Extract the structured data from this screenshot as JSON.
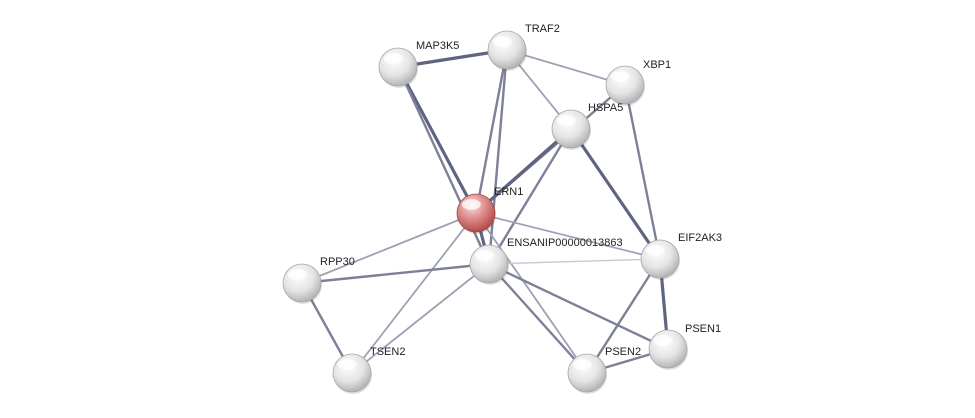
{
  "network": {
    "focus_node": "ERN1",
    "nodes": [
      {
        "id": "MAP3K5",
        "label": "MAP3K5",
        "focus": false
      },
      {
        "id": "TRAF2",
        "label": "TRAF2",
        "focus": false
      },
      {
        "id": "XBP1",
        "label": "XBP1",
        "focus": false
      },
      {
        "id": "HSPA5",
        "label": "HSPA5",
        "focus": false
      },
      {
        "id": "ERN1",
        "label": "ERN1",
        "focus": true
      },
      {
        "id": "ENSANIP",
        "label": "ENSANIP00000013863",
        "focus": false
      },
      {
        "id": "EIF2AK3",
        "label": "EIF2AK3",
        "focus": false
      },
      {
        "id": "RPP30",
        "label": "RPP30",
        "focus": false
      },
      {
        "id": "TSEN2",
        "label": "TSEN2",
        "focus": false
      },
      {
        "id": "PSEN1",
        "label": "PSEN1",
        "focus": false
      },
      {
        "id": "PSEN2",
        "label": "PSEN2",
        "focus": false
      }
    ],
    "edges": [
      {
        "source": "MAP3K5",
        "target": "TRAF2",
        "strength": "strong"
      },
      {
        "source": "MAP3K5",
        "target": "ERN1",
        "strength": "strong"
      },
      {
        "source": "MAP3K5",
        "target": "ENSANIP",
        "strength": "medium"
      },
      {
        "source": "TRAF2",
        "target": "ERN1",
        "strength": "medium"
      },
      {
        "source": "TRAF2",
        "target": "ENSANIP",
        "strength": "medium"
      },
      {
        "source": "TRAF2",
        "target": "XBP1",
        "strength": "weak"
      },
      {
        "source": "TRAF2",
        "target": "HSPA5",
        "strength": "weak"
      },
      {
        "source": "XBP1",
        "target": "ERN1",
        "strength": "medium"
      },
      {
        "source": "XBP1",
        "target": "EIF2AK3",
        "strength": "medium"
      },
      {
        "source": "HSPA5",
        "target": "ERN1",
        "strength": "strong"
      },
      {
        "source": "HSPA5",
        "target": "ENSANIP",
        "strength": "medium"
      },
      {
        "source": "HSPA5",
        "target": "EIF2AK3",
        "strength": "strong"
      },
      {
        "source": "ERN1",
        "target": "ENSANIP",
        "strength": "strong"
      },
      {
        "source": "ERN1",
        "target": "RPP30",
        "strength": "weak"
      },
      {
        "source": "ERN1",
        "target": "TSEN2",
        "strength": "weak"
      },
      {
        "source": "ERN1",
        "target": "EIF2AK3",
        "strength": "weak"
      },
      {
        "source": "ERN1",
        "target": "PSEN2",
        "strength": "weak"
      },
      {
        "source": "ENSANIP",
        "target": "RPP30",
        "strength": "medium"
      },
      {
        "source": "ENSANIP",
        "target": "TSEN2",
        "strength": "weak"
      },
      {
        "source": "ENSANIP",
        "target": "EIF2AK3",
        "strength": "faint"
      },
      {
        "source": "ENSANIP",
        "target": "PSEN1",
        "strength": "medium"
      },
      {
        "source": "ENSANIP",
        "target": "PSEN2",
        "strength": "medium"
      },
      {
        "source": "RPP30",
        "target": "TSEN2",
        "strength": "medium"
      },
      {
        "source": "EIF2AK3",
        "target": "PSEN1",
        "strength": "strong"
      },
      {
        "source": "EIF2AK3",
        "target": "PSEN2",
        "strength": "medium"
      },
      {
        "source": "PSEN1",
        "target": "PSEN2",
        "strength": "medium"
      }
    ]
  },
  "colors": {
    "focus_node": "#d86a6a",
    "node": "#e8e8e8",
    "edge_strong": "#5f6580",
    "edge_medium": "#7c8198",
    "edge_weak": "#9ea1b4",
    "edge_faint": "#c6c8d3"
  }
}
